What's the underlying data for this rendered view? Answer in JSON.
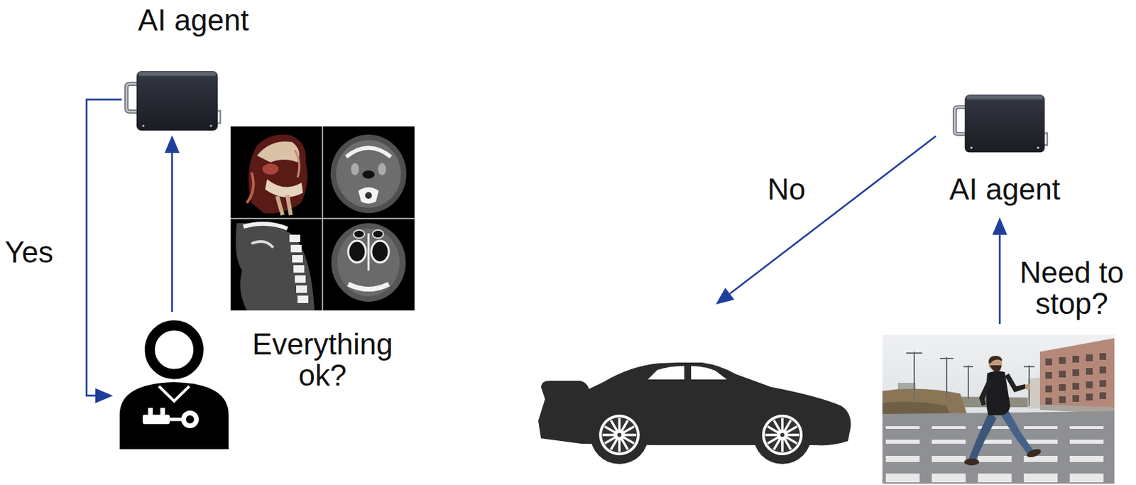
{
  "diagram": {
    "nodes": [
      {
        "text": [
          "AI agent"
        ]
      },
      {
        "text": []
      },
      {
        "text": [
          "AI agent"
        ]
      },
      {
        "text": []
      },
      {
        "text": []
      }
    ],
    "edges": [
      {
        "from": 1,
        "to": 0,
        "arrow": "to",
        "label": "Everything ok?"
      },
      {
        "from": 0,
        "to": 1,
        "arrow": "to",
        "label": "Yes"
      },
      {
        "from": 4,
        "to": 2,
        "arrow": "to",
        "label": "Need to stop?"
      },
      {
        "from": 2,
        "to": 3,
        "arrow": "to",
        "label": "No"
      }
    ]
  }
}
